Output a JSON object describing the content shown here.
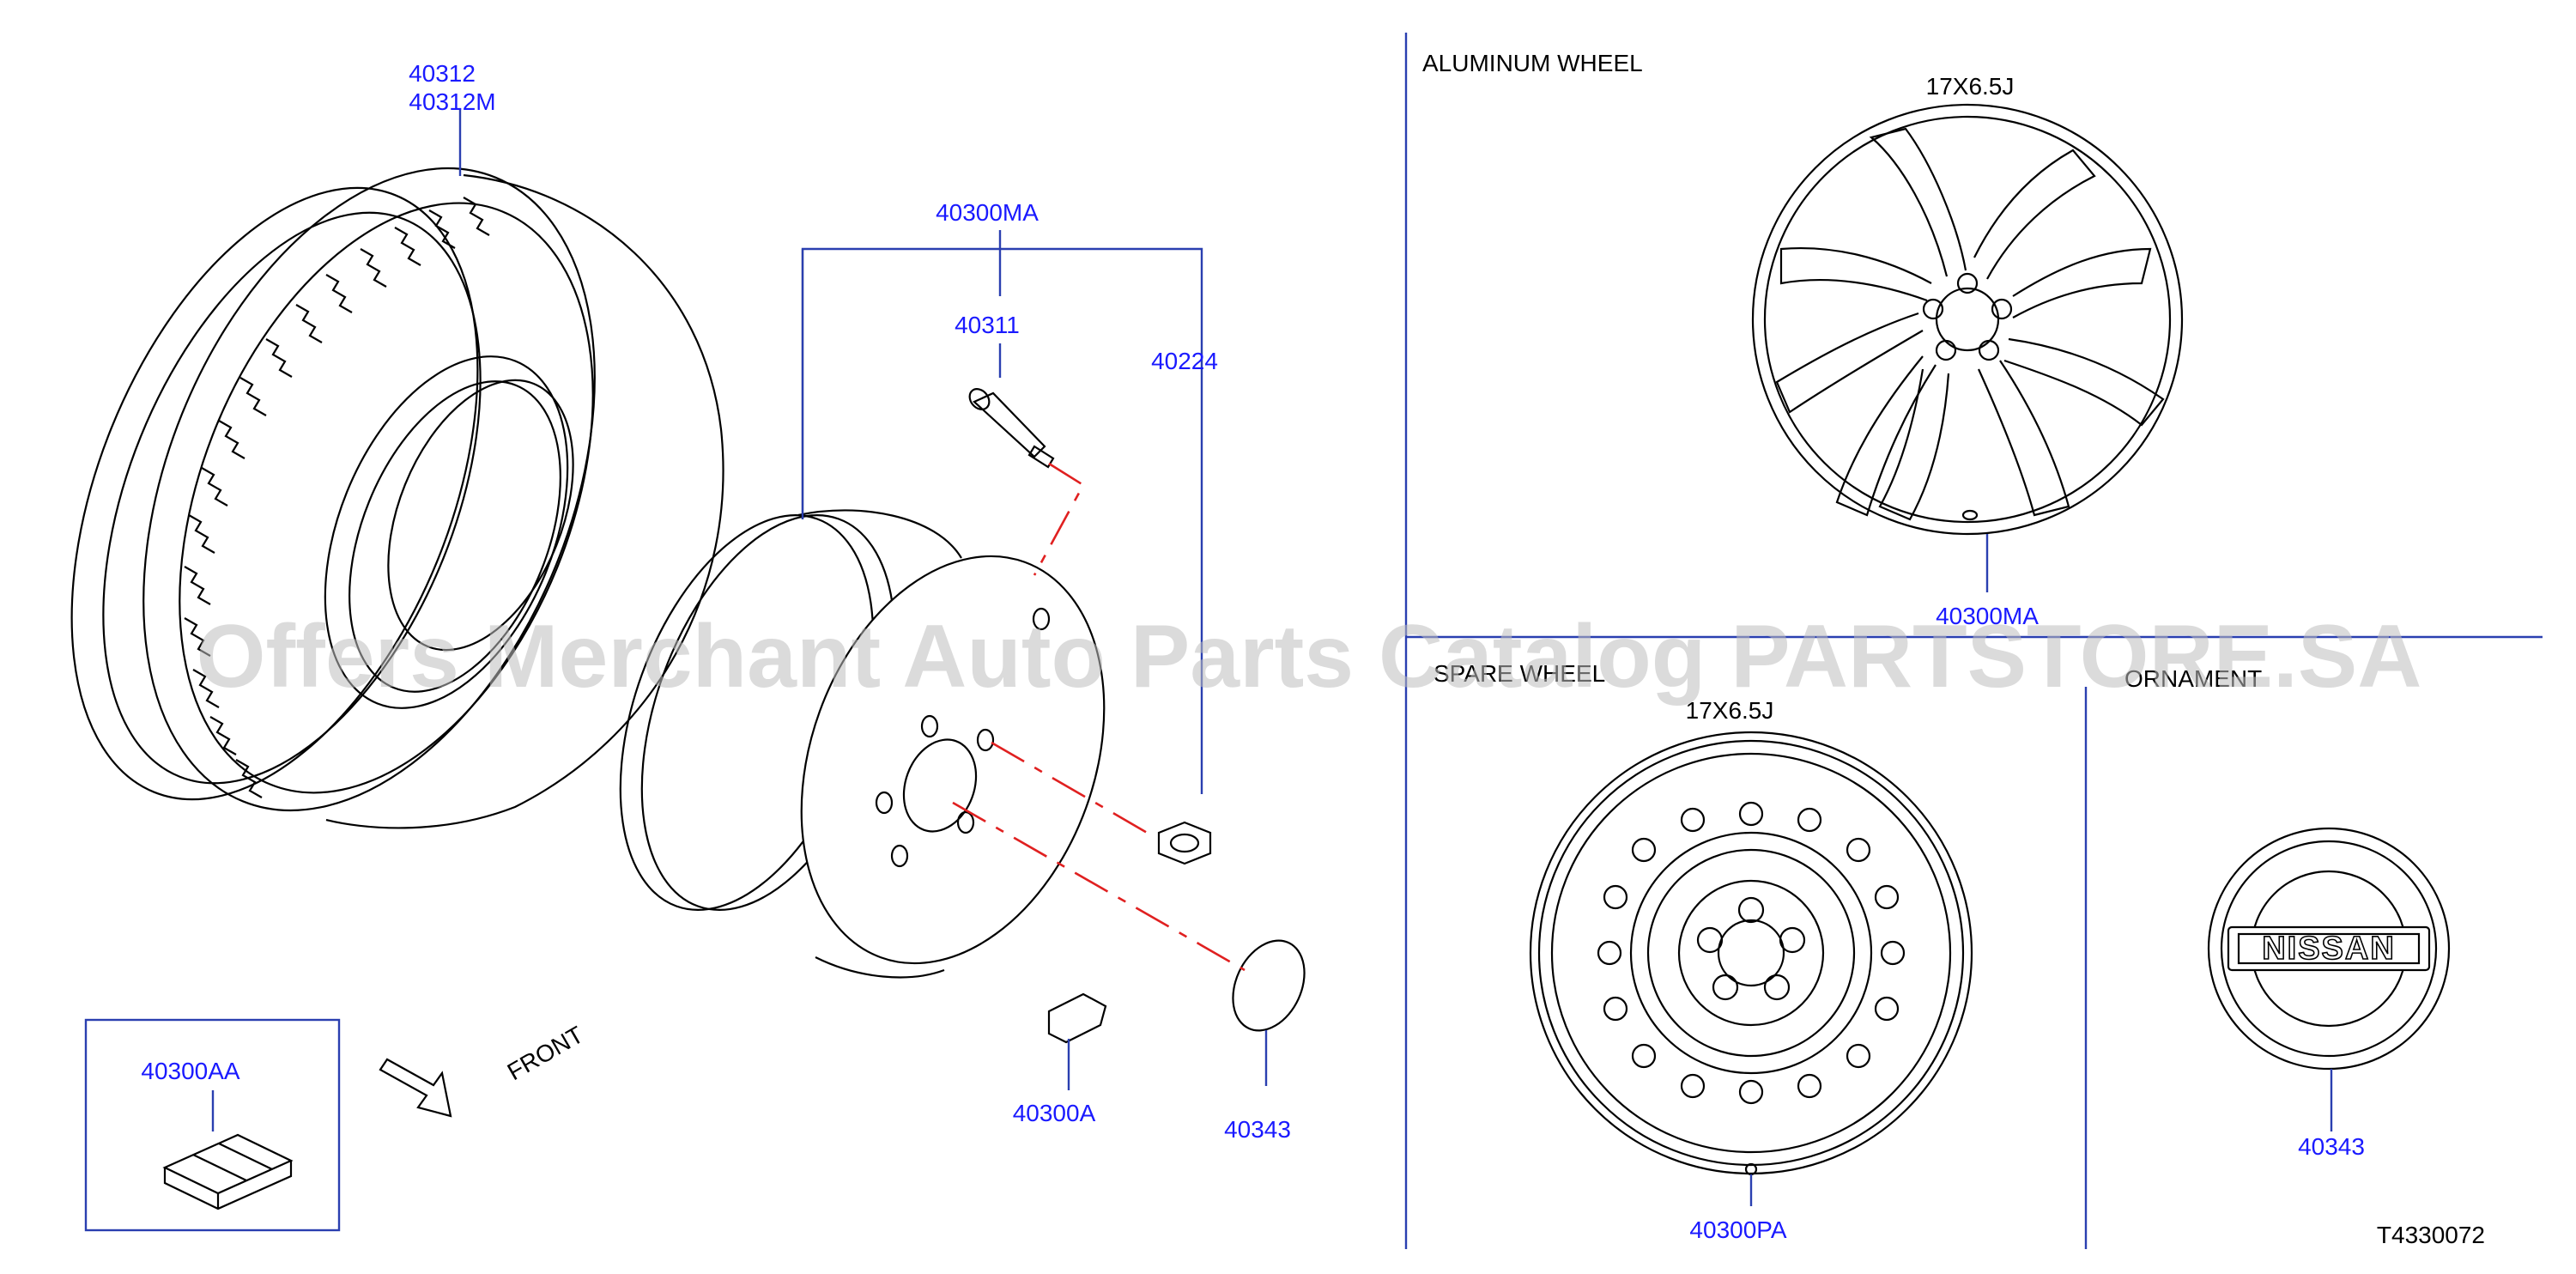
{
  "colors": {
    "part_number": "#1a1aff",
    "leader": "#2a3fb0",
    "centerline": "#e02020",
    "watermark": "#bebebe"
  },
  "parts": {
    "tire_a": "40312",
    "tire_b": "40312M",
    "wheel_assy_main": "40300MA",
    "valve": "40311",
    "nut": "40224",
    "tpms_kit": "40300AA",
    "balance_weight": "40300A",
    "cap_small": "40343",
    "alu_wheel": "40300MA",
    "spare_wheel": "40300PA",
    "ornament_cap": "40343"
  },
  "labels": {
    "front": "FRONT",
    "aluminum_wheel": "ALUMINUM   WHEEL",
    "alu_size": "17X6.5J",
    "spare_wheel": "SPARE  WHEEL",
    "spare_size": "17X6.5J",
    "ornament": "ORNAMENT",
    "emblem": "NISSAN",
    "diagram_id": "T4330072"
  },
  "watermark": "Offers Merchant Auto Parts Catalog PARTSTORE.SA"
}
